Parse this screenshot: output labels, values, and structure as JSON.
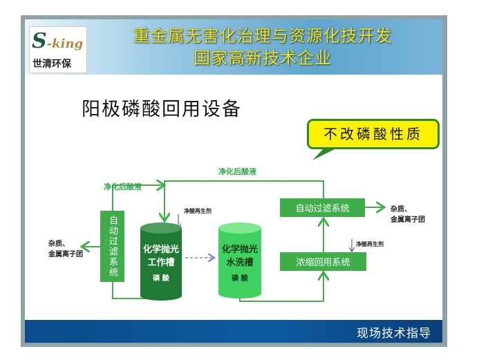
{
  "logo": {
    "brand": "S-king",
    "company": "世清环保"
  },
  "header": {
    "line1": "重金属无害化治理与资源化技开发",
    "line2": "国家高新技术企业"
  },
  "title": "阳极磷酸回用设备",
  "callout": "不改磷酸性质",
  "diagram": {
    "left_filter": "自动过滤系统",
    "tank1": {
      "name_line1": "化学抛光",
      "name_line2": "工作槽",
      "content": "磷 酸"
    },
    "tank2": {
      "name_line1": "化学抛光",
      "name_line2": "水洗槽",
      "content": "磷 酸"
    },
    "right_filter": "自动过滤系统",
    "concentrate": "浓缩回用系统",
    "purified_top": "净化后酸液",
    "purified_left": "净化后酸液",
    "regen1": "净酸再生剂",
    "regen2": "净酸再生剂",
    "impurity_left_1": "杂质、",
    "impurity_left_2": "金属离子团",
    "impurity_right_1": "杂质、",
    "impurity_right_2": "金属离子团"
  },
  "footer": "现场技术指导",
  "colors": {
    "green": "#3fae4a",
    "callout": "#fff200",
    "footer": "#0c5aa0"
  }
}
